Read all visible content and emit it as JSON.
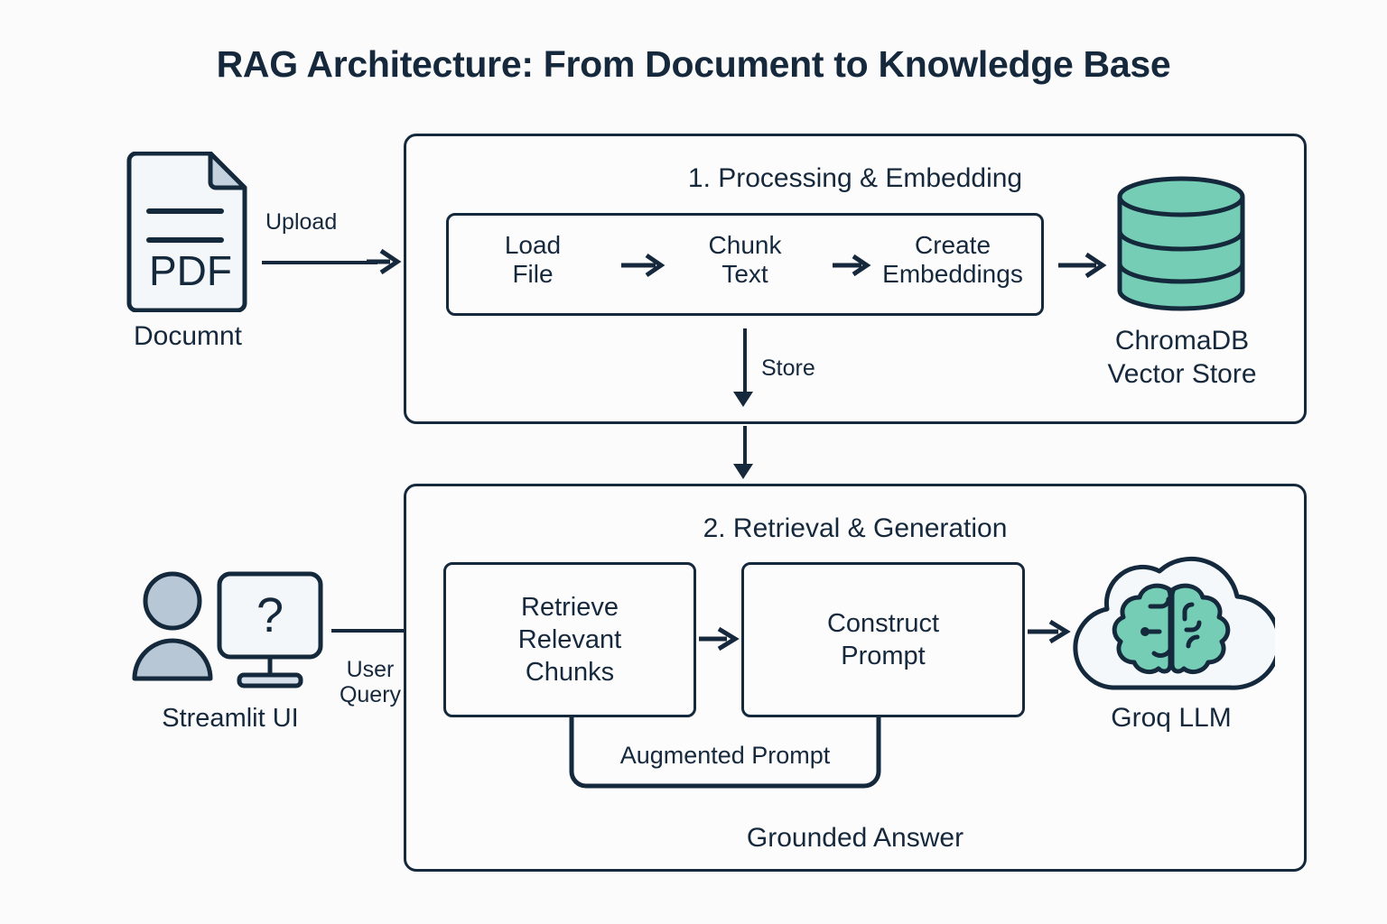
{
  "page": {
    "title": "RAG Architecture: From Document to Knowledge Base",
    "background_color": "#FBFBFC",
    "ink_color": "#15293D",
    "accent_teal": "#74CDB4",
    "accent_slate": "#B8C7D6"
  },
  "source": {
    "icon": "pdf-document-icon",
    "badge_text": "PDF",
    "label": "Documnt"
  },
  "upload_edge": {
    "label": "Upload"
  },
  "stage1": {
    "heading": "1. Processing & Embedding",
    "steps": [
      {
        "label": "Load\nFile"
      },
      {
        "label": "Chunk\nText"
      },
      {
        "label": "Create\nEmbeddings"
      }
    ],
    "store_edge": {
      "label": "Store"
    }
  },
  "vector_store": {
    "icon": "database-cylinder-icon",
    "label": "ChromaDB\nVector Store"
  },
  "user": {
    "icon": "user-monitor-icon",
    "monitor_glyph": "?",
    "label": "Streamlit UI"
  },
  "query_edge": {
    "label": "User\nQuery"
  },
  "stage2": {
    "heading": "2. Retrieval & Generation",
    "steps": [
      {
        "label": "Retrieve\nRelevant\nChunks"
      },
      {
        "label": "Construct\nPrompt"
      }
    ],
    "augmented_edge": {
      "label": "Augmented Prompt"
    },
    "answer_edge": {
      "label": "Grounded Answer"
    }
  },
  "llm": {
    "icon": "cloud-brain-icon",
    "label": "Groq LLM"
  }
}
